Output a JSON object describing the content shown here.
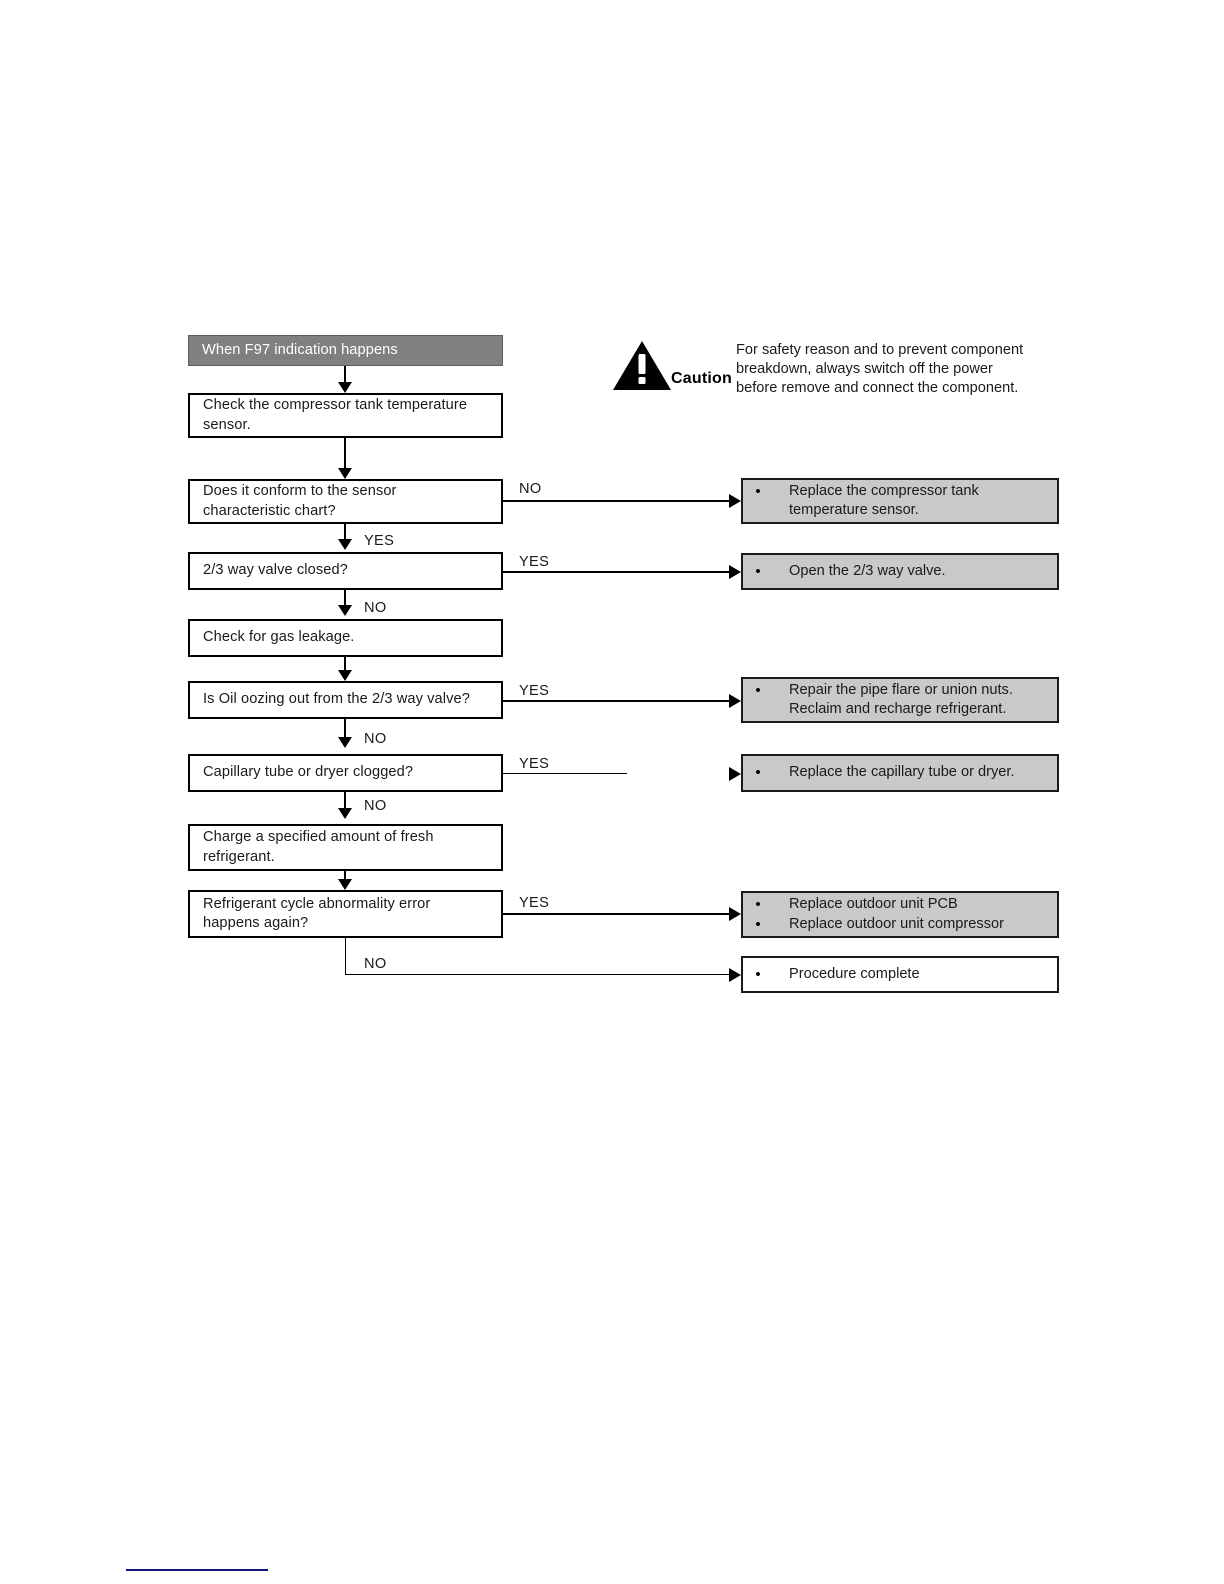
{
  "page": {
    "title": "F97 indication troubleshooting flowchart",
    "background": "#ffffff",
    "footer_rule_color": "#141478"
  },
  "colors": {
    "header_fill": "#808080",
    "header_text": "#ffffff",
    "result_fill": "#c9c9c9",
    "plain_fill": "#ffffff",
    "line": "#000000",
    "text": "#1a1a1a"
  },
  "caution": {
    "icon": "warning-triangle-icon",
    "word": "Caution",
    "text": "For safety reason and to prevent component\nbreakdown, always switch off the power\nbefore remove and connect the component."
  },
  "flow": {
    "header": {
      "label": "When F97 indication happens"
    },
    "steps": [
      {
        "id": "check-sensor",
        "label": "Check the compressor tank temperature\nsensor."
      },
      {
        "id": "conform-chart",
        "label": "Does it conform to the sensor\ncharacteristic chart?"
      },
      {
        "id": "valve-closed",
        "label": "2/3 way valve closed?"
      },
      {
        "id": "check-gas-leakage",
        "label": "Check for gas leakage."
      },
      {
        "id": "oil-oozing",
        "label": "Is Oil oozing out from the 2/3 way valve?"
      },
      {
        "id": "capillary-clogged",
        "label": "Capillary tube or dryer clogged?"
      },
      {
        "id": "charge-refrigerant",
        "label": "Charge a specified amount of fresh\nrefrigerant."
      },
      {
        "id": "error-again",
        "label": "Refrigerant cycle abnormality error\nhappens again?"
      }
    ],
    "results": [
      {
        "id": "replace-sensor",
        "style": "gray",
        "items": [
          "Replace the compressor tank\ntemperature sensor."
        ]
      },
      {
        "id": "open-valve",
        "style": "gray",
        "items": [
          "Open the 2/3 way valve."
        ]
      },
      {
        "id": "repair-flare",
        "style": "gray",
        "items": [
          "Repair the pipe flare or union nuts.\nReclaim and recharge refrigerant."
        ]
      },
      {
        "id": "replace-capillary",
        "style": "gray",
        "items": [
          "Replace the capillary tube or dryer."
        ]
      },
      {
        "id": "replace-pcb",
        "style": "gray",
        "items": [
          "Replace outdoor unit PCB",
          "Replace outdoor unit compressor"
        ]
      },
      {
        "id": "procedure-complete",
        "style": "plain",
        "items": [
          "Procedure complete"
        ]
      }
    ],
    "branch_labels": {
      "conform_no": "NO",
      "conform_yes": "YES",
      "valve_yes": "YES",
      "valve_no": "NO",
      "oil_yes": "YES",
      "oil_no": "NO",
      "capillary_yes": "YES",
      "capillary_no": "NO",
      "error_yes": "YES",
      "error_no": "NO"
    }
  }
}
